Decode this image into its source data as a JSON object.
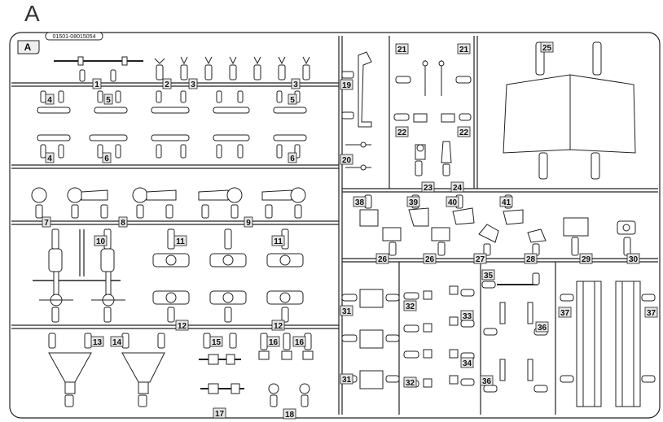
{
  "sheet": {
    "letter": "A",
    "corner_badge": "A",
    "part_code": "01501-08015054"
  },
  "labels": [
    {
      "id": "1",
      "text": "1"
    },
    {
      "id": "2",
      "text": "2"
    },
    {
      "id": "3a",
      "text": "3"
    },
    {
      "id": "3b",
      "text": "3"
    },
    {
      "id": "4a",
      "text": "4"
    },
    {
      "id": "4b",
      "text": "4"
    },
    {
      "id": "5a",
      "text": "5"
    },
    {
      "id": "5b",
      "text": "5"
    },
    {
      "id": "6a",
      "text": "6"
    },
    {
      "id": "6b",
      "text": "6"
    },
    {
      "id": "7",
      "text": "7"
    },
    {
      "id": "8",
      "text": "8"
    },
    {
      "id": "9",
      "text": "9"
    },
    {
      "id": "10",
      "text": "10"
    },
    {
      "id": "11a",
      "text": "11"
    },
    {
      "id": "11b",
      "text": "11"
    },
    {
      "id": "12a",
      "text": "12"
    },
    {
      "id": "12b",
      "text": "12"
    },
    {
      "id": "13",
      "text": "13"
    },
    {
      "id": "14",
      "text": "14"
    },
    {
      "id": "15",
      "text": "15"
    },
    {
      "id": "16a",
      "text": "16"
    },
    {
      "id": "16b",
      "text": "16"
    },
    {
      "id": "17",
      "text": "17"
    },
    {
      "id": "18",
      "text": "18"
    },
    {
      "id": "19",
      "text": "19"
    },
    {
      "id": "20",
      "text": "20"
    },
    {
      "id": "21a",
      "text": "21"
    },
    {
      "id": "21b",
      "text": "21"
    },
    {
      "id": "22a",
      "text": "22"
    },
    {
      "id": "22b",
      "text": "22"
    },
    {
      "id": "23",
      "text": "23"
    },
    {
      "id": "24",
      "text": "24"
    },
    {
      "id": "25",
      "text": "25"
    },
    {
      "id": "26a",
      "text": "26"
    },
    {
      "id": "26b",
      "text": "26"
    },
    {
      "id": "27",
      "text": "27"
    },
    {
      "id": "28",
      "text": "28"
    },
    {
      "id": "29",
      "text": "29"
    },
    {
      "id": "30",
      "text": "30"
    },
    {
      "id": "31a",
      "text": "31"
    },
    {
      "id": "31b",
      "text": "31"
    },
    {
      "id": "32a",
      "text": "32"
    },
    {
      "id": "32b",
      "text": "32"
    },
    {
      "id": "33",
      "text": "33"
    },
    {
      "id": "34",
      "text": "34"
    },
    {
      "id": "35",
      "text": "35"
    },
    {
      "id": "36a",
      "text": "36"
    },
    {
      "id": "36b",
      "text": "36"
    },
    {
      "id": "37a",
      "text": "37"
    },
    {
      "id": "37b",
      "text": "37"
    },
    {
      "id": "38",
      "text": "38"
    },
    {
      "id": "39",
      "text": "39"
    },
    {
      "id": "40",
      "text": "40"
    },
    {
      "id": "41",
      "text": "41"
    }
  ],
  "colors": {
    "ink": "#222222",
    "paper": "#ffffff",
    "label_bg": "#e6e6e6"
  }
}
